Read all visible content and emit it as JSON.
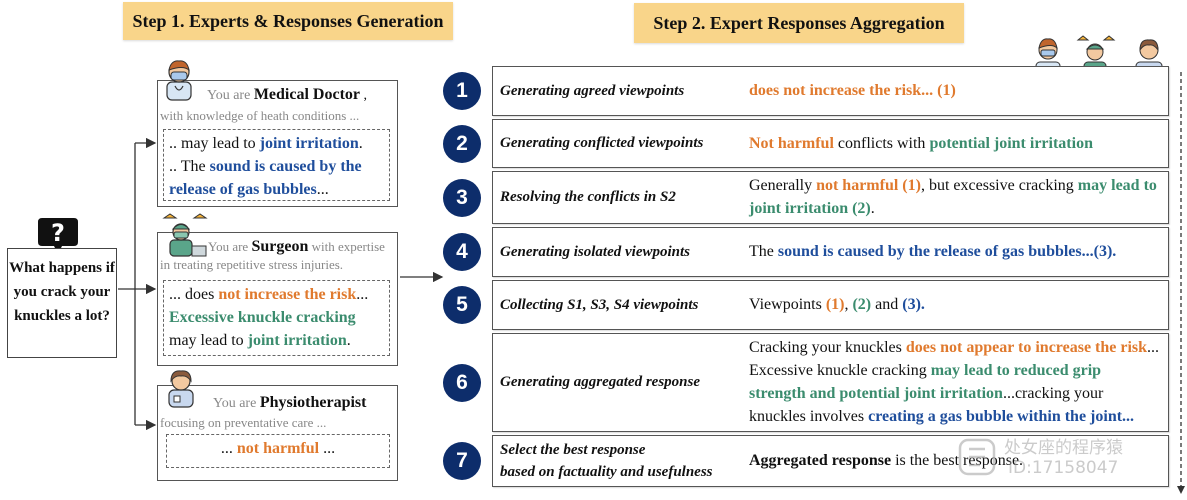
{
  "step1": {
    "title": "Step 1. Experts & Responses Generation"
  },
  "step2": {
    "title": "Step 2. Expert Responses Aggregation"
  },
  "question": {
    "icon": "question-mark-icon",
    "text": "What happens if you crack your knuckles a lot?"
  },
  "experts": [
    {
      "icon": "doctor-avatar-icon",
      "prefix": "You are ",
      "role": "Medical Doctor",
      "suffix": " ,",
      "desc": "with knowledge of heath conditions ...",
      "resp": [
        {
          "t": ".. may lead to ",
          "c": ""
        },
        {
          "t": "joint irritation",
          "c": "blue"
        },
        {
          "t": ".",
          "c": ""
        },
        {
          "t": "\n.. The ",
          "c": ""
        },
        {
          "t": "sound is caused by the release of gas bubbles",
          "c": "blue"
        },
        {
          "t": "...",
          "c": ""
        }
      ]
    },
    {
      "icon": "surgeon-avatar-icon",
      "prefix": "You are ",
      "role": "Surgeon",
      "suffix": "",
      "desc": " with expertise in treating repetitive stress injuries.",
      "resp": [
        {
          "t": "... does ",
          "c": ""
        },
        {
          "t": "not increase the risk",
          "c": "orange"
        },
        {
          "t": "...",
          "c": ""
        },
        {
          "t": "\n",
          "c": ""
        },
        {
          "t": "Excessive knuckle cracking",
          "c": "green"
        },
        {
          "t": "\nmay lead to ",
          "c": ""
        },
        {
          "t": "joint irritation",
          "c": "green"
        },
        {
          "t": ".",
          "c": ""
        }
      ]
    },
    {
      "icon": "physiotherapist-avatar-icon",
      "prefix": "You are ",
      "role": "Physiotherapist",
      "suffix": "",
      "desc": "focusing on preventative care ...",
      "resp": [
        {
          "t": "... ",
          "c": ""
        },
        {
          "t": "not harmful",
          "c": "orange"
        },
        {
          "t": " ...",
          "c": ""
        }
      ]
    }
  ],
  "rows": [
    {
      "num": "1",
      "label": "Generating agreed viewpoints",
      "text": [
        {
          "t": "does not increase the risk... (1)",
          "c": "orange"
        }
      ]
    },
    {
      "num": "2",
      "label": "Generating conflicted viewpoints",
      "text": [
        {
          "t": "Not harmful",
          "c": "orange"
        },
        {
          "t": " conflicts with ",
          "c": ""
        },
        {
          "t": "potential joint irritation",
          "c": "green"
        }
      ]
    },
    {
      "num": "3",
      "label": "Resolving the conflicts in S2",
      "text": [
        {
          "t": "Generally ",
          "c": ""
        },
        {
          "t": "not harmful (1)",
          "c": "orange"
        },
        {
          "t": ", but excessive cracking ",
          "c": ""
        },
        {
          "t": "may lead to joint irritation (2)",
          "c": "green"
        },
        {
          "t": ".",
          "c": ""
        }
      ]
    },
    {
      "num": "4",
      "label": "Generating isolated viewpoints",
      "text": [
        {
          "t": "The ",
          "c": ""
        },
        {
          "t": "sound is caused by the release of gas bubbles...(3).",
          "c": "blue"
        }
      ]
    },
    {
      "num": "5",
      "label": "Collecting S1, S3, S4 viewpoints",
      "text": [
        {
          "t": "Viewpoints ",
          "c": ""
        },
        {
          "t": "(1)",
          "c": "orange"
        },
        {
          "t": ", ",
          "c": ""
        },
        {
          "t": "(2)",
          "c": "green"
        },
        {
          "t": " and ",
          "c": ""
        },
        {
          "t": "(3).",
          "c": "blue"
        }
      ]
    },
    {
      "num": "6",
      "label": "Generating aggregated response",
      "text": [
        {
          "t": "Cracking your knuckles ",
          "c": ""
        },
        {
          "t": "does not appear to increase the risk",
          "c": "orange"
        },
        {
          "t": "... Excessive knuckle cracking ",
          "c": ""
        },
        {
          "t": "may lead to reduced grip strength and potential joint irritation",
          "c": "green"
        },
        {
          "t": "...cracking your knuckles involves ",
          "c": ""
        },
        {
          "t": "creating a gas bubble within the joint...",
          "c": "blue"
        }
      ]
    },
    {
      "num": "7",
      "label": "Select the best response\nbased on factuality and usefulness",
      "text": [
        {
          "t": "Aggregated response",
          "c": "bold"
        },
        {
          "t": " is the best response.",
          "c": ""
        }
      ]
    }
  ],
  "watermark": {
    "line1": "处女座的程序猿",
    "line2": "ID:17158047"
  },
  "colors": {
    "orange": "#e07a2e",
    "green": "#3b8c6e",
    "blue": "#1f4e9c",
    "banner": "#f9d58a",
    "circle": "#0d2d6b"
  }
}
